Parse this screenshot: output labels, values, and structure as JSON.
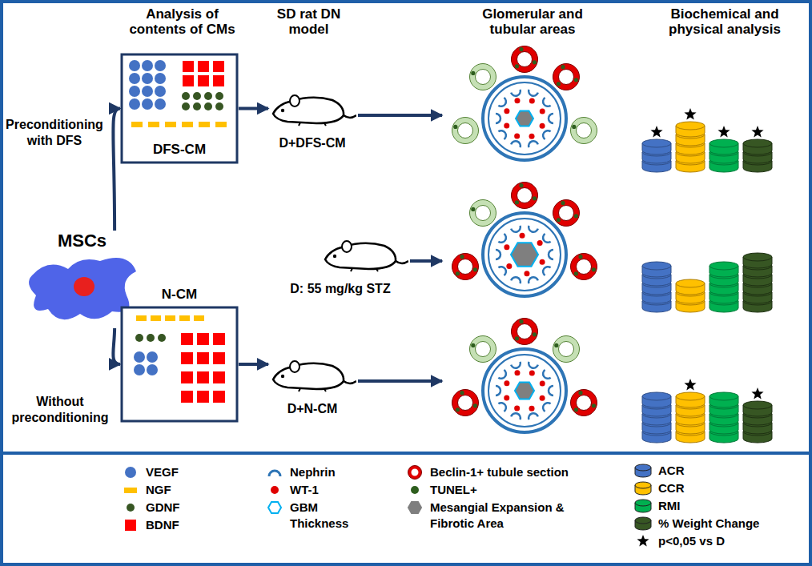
{
  "diagram": {
    "nodes": [
      {
        "text": [
          "MSCs"
        ]
      },
      {
        "text": [
          "DFS-CM"
        ]
      },
      {
        "text": [
          "N-CM"
        ]
      },
      {
        "text": [
          "D+DFS-CM"
        ]
      },
      {
        "text": [
          "D: 55 mg/kg STZ"
        ]
      },
      {
        "text": [
          "D+N-CM"
        ]
      }
    ],
    "edges": [
      {
        "from": 0,
        "to": 1,
        "arrow": "to",
        "label": "Preconditioning with DFS"
      },
      {
        "from": 0,
        "to": 2,
        "arrow": "to",
        "label": "Without preconditioning"
      },
      {
        "from": 1,
        "to": 3,
        "arrow": "to"
      },
      {
        "from": 2,
        "to": 5,
        "arrow": "to"
      }
    ],
    "labels": [
      "Analysis of contents of CMs",
      "SD rat DN model",
      "Glomerular and tubular areas",
      "Biochemical and physical analysis"
    ],
    "legend": [
      {
        "text": "VEGF",
        "color": "#4472c4"
      },
      {
        "text": "NGF",
        "color": "#ffc000"
      },
      {
        "text": "GDNF",
        "color": "#375623"
      },
      {
        "text": "BDNF",
        "color": "#ff0000"
      },
      {
        "text": "Nephrin"
      },
      {
        "text": "WT-1",
        "color": "#e00000"
      },
      {
        "text": "GBM Thickness"
      },
      {
        "text": "Beclin-1+ tubule section"
      },
      {
        "text": "TUNEL+",
        "color": "#2e5e1e"
      },
      {
        "text": "Mesangial Expansion & Fibrotic Area",
        "color": "#7f7f7f"
      },
      {
        "text": "ACR",
        "color": "#4472c4"
      },
      {
        "text": "CCR",
        "color": "#ffc000"
      },
      {
        "text": "RMI",
        "color": "#00b050"
      },
      {
        "text": "% Weight Change",
        "color": "#375623"
      },
      {
        "text": "p<0,05 vs D"
      }
    ]
  }
}
